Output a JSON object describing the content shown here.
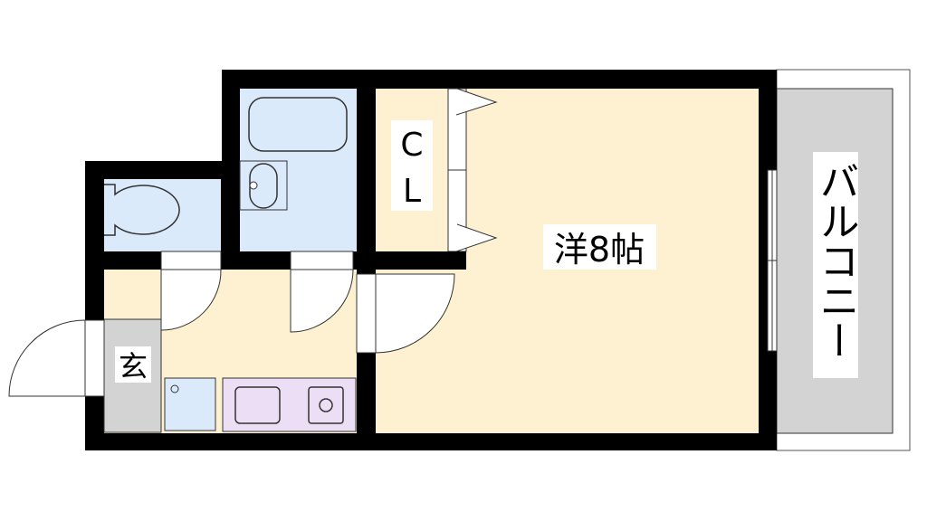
{
  "rooms": {
    "main_room": {
      "label": "洋8帖",
      "color": "#fdf1d2"
    },
    "closet": {
      "label_line1": "C",
      "label_line2": "L",
      "color": "#fbbcbc"
    },
    "entrance": {
      "label": "玄",
      "color": "#d3d3d3"
    },
    "balcony": {
      "label": "バルコニー",
      "color": "#d3d3d3"
    },
    "bath": {
      "color": "#dbeafb"
    },
    "toilet": {
      "color": "#dbeafb"
    },
    "kitchen": {
      "color": "#ecdff5"
    }
  },
  "wall_color": "#000000"
}
